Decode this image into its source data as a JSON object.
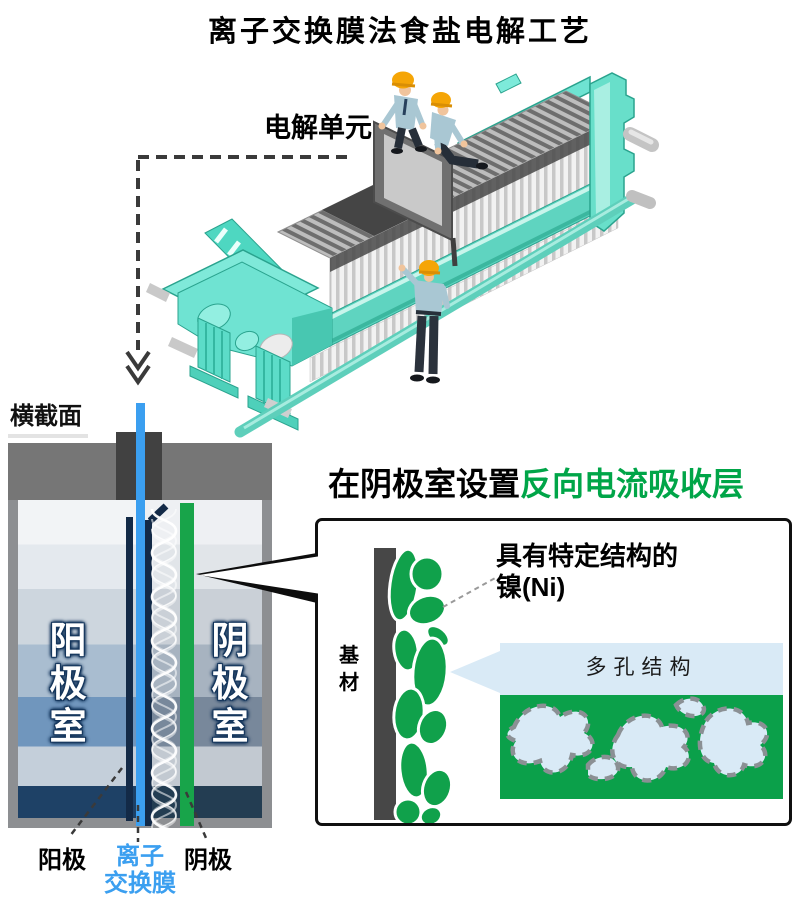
{
  "title": "离子交换膜法食盐电解工艺",
  "machine": {
    "unit_label": "电解单元"
  },
  "cross_section": {
    "label": "横截面",
    "anode_chamber": "阳极室",
    "cathode_chamber": "阴极室",
    "anode": "阳极",
    "membrane_line1": "离子",
    "membrane_line2": "交换膜",
    "cathode": "阴极"
  },
  "callout": {
    "heading_prefix": "在阴极室设置",
    "heading_highlight": "反向电流吸收层",
    "nickel_line1": "具有特定结构的",
    "nickel_line2": "镍(Ni)",
    "substrate": "基材",
    "porous": "多孔结构"
  },
  "colors": {
    "highlight_green": "#00a548",
    "membrane_blue": "#3b9ff0",
    "cathode_green": "#18a44a",
    "machine_teal": "#63dcc8",
    "navy_electrode": "#132a47",
    "tank_frame_gray": "#8d8f92"
  }
}
